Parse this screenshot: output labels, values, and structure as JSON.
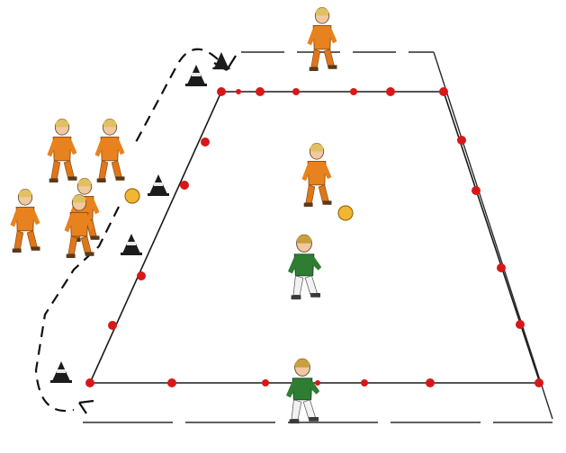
{
  "diagram": {
    "background_color": "#ffffff",
    "pitch": {
      "line_color": "#1a1a1a",
      "marker_color": "#d81818",
      "marker_count": 22
    },
    "cones": {
      "count": 5,
      "body_color": "#1c1c1c",
      "highlight_color": "#e8e8e8"
    },
    "balls": {
      "count": 2,
      "color": "#f2b632",
      "outline_color": "#9a6a10"
    },
    "players": {
      "orange_team": {
        "count": 7,
        "shirt_color": "#e8821e",
        "shorts_color": "#e0761a",
        "skin_color": "#f0c9a0",
        "hair_color": "#e0c060"
      },
      "green_team": {
        "count": 2,
        "shirt_color": "#2e7d32",
        "shorts_color": "#f2f2f2",
        "skin_color": "#f0c9a0",
        "hair_color": "#c8a040"
      }
    },
    "run_path": {
      "style": "dashed",
      "color": "#111111",
      "arrow_count": 2
    }
  }
}
